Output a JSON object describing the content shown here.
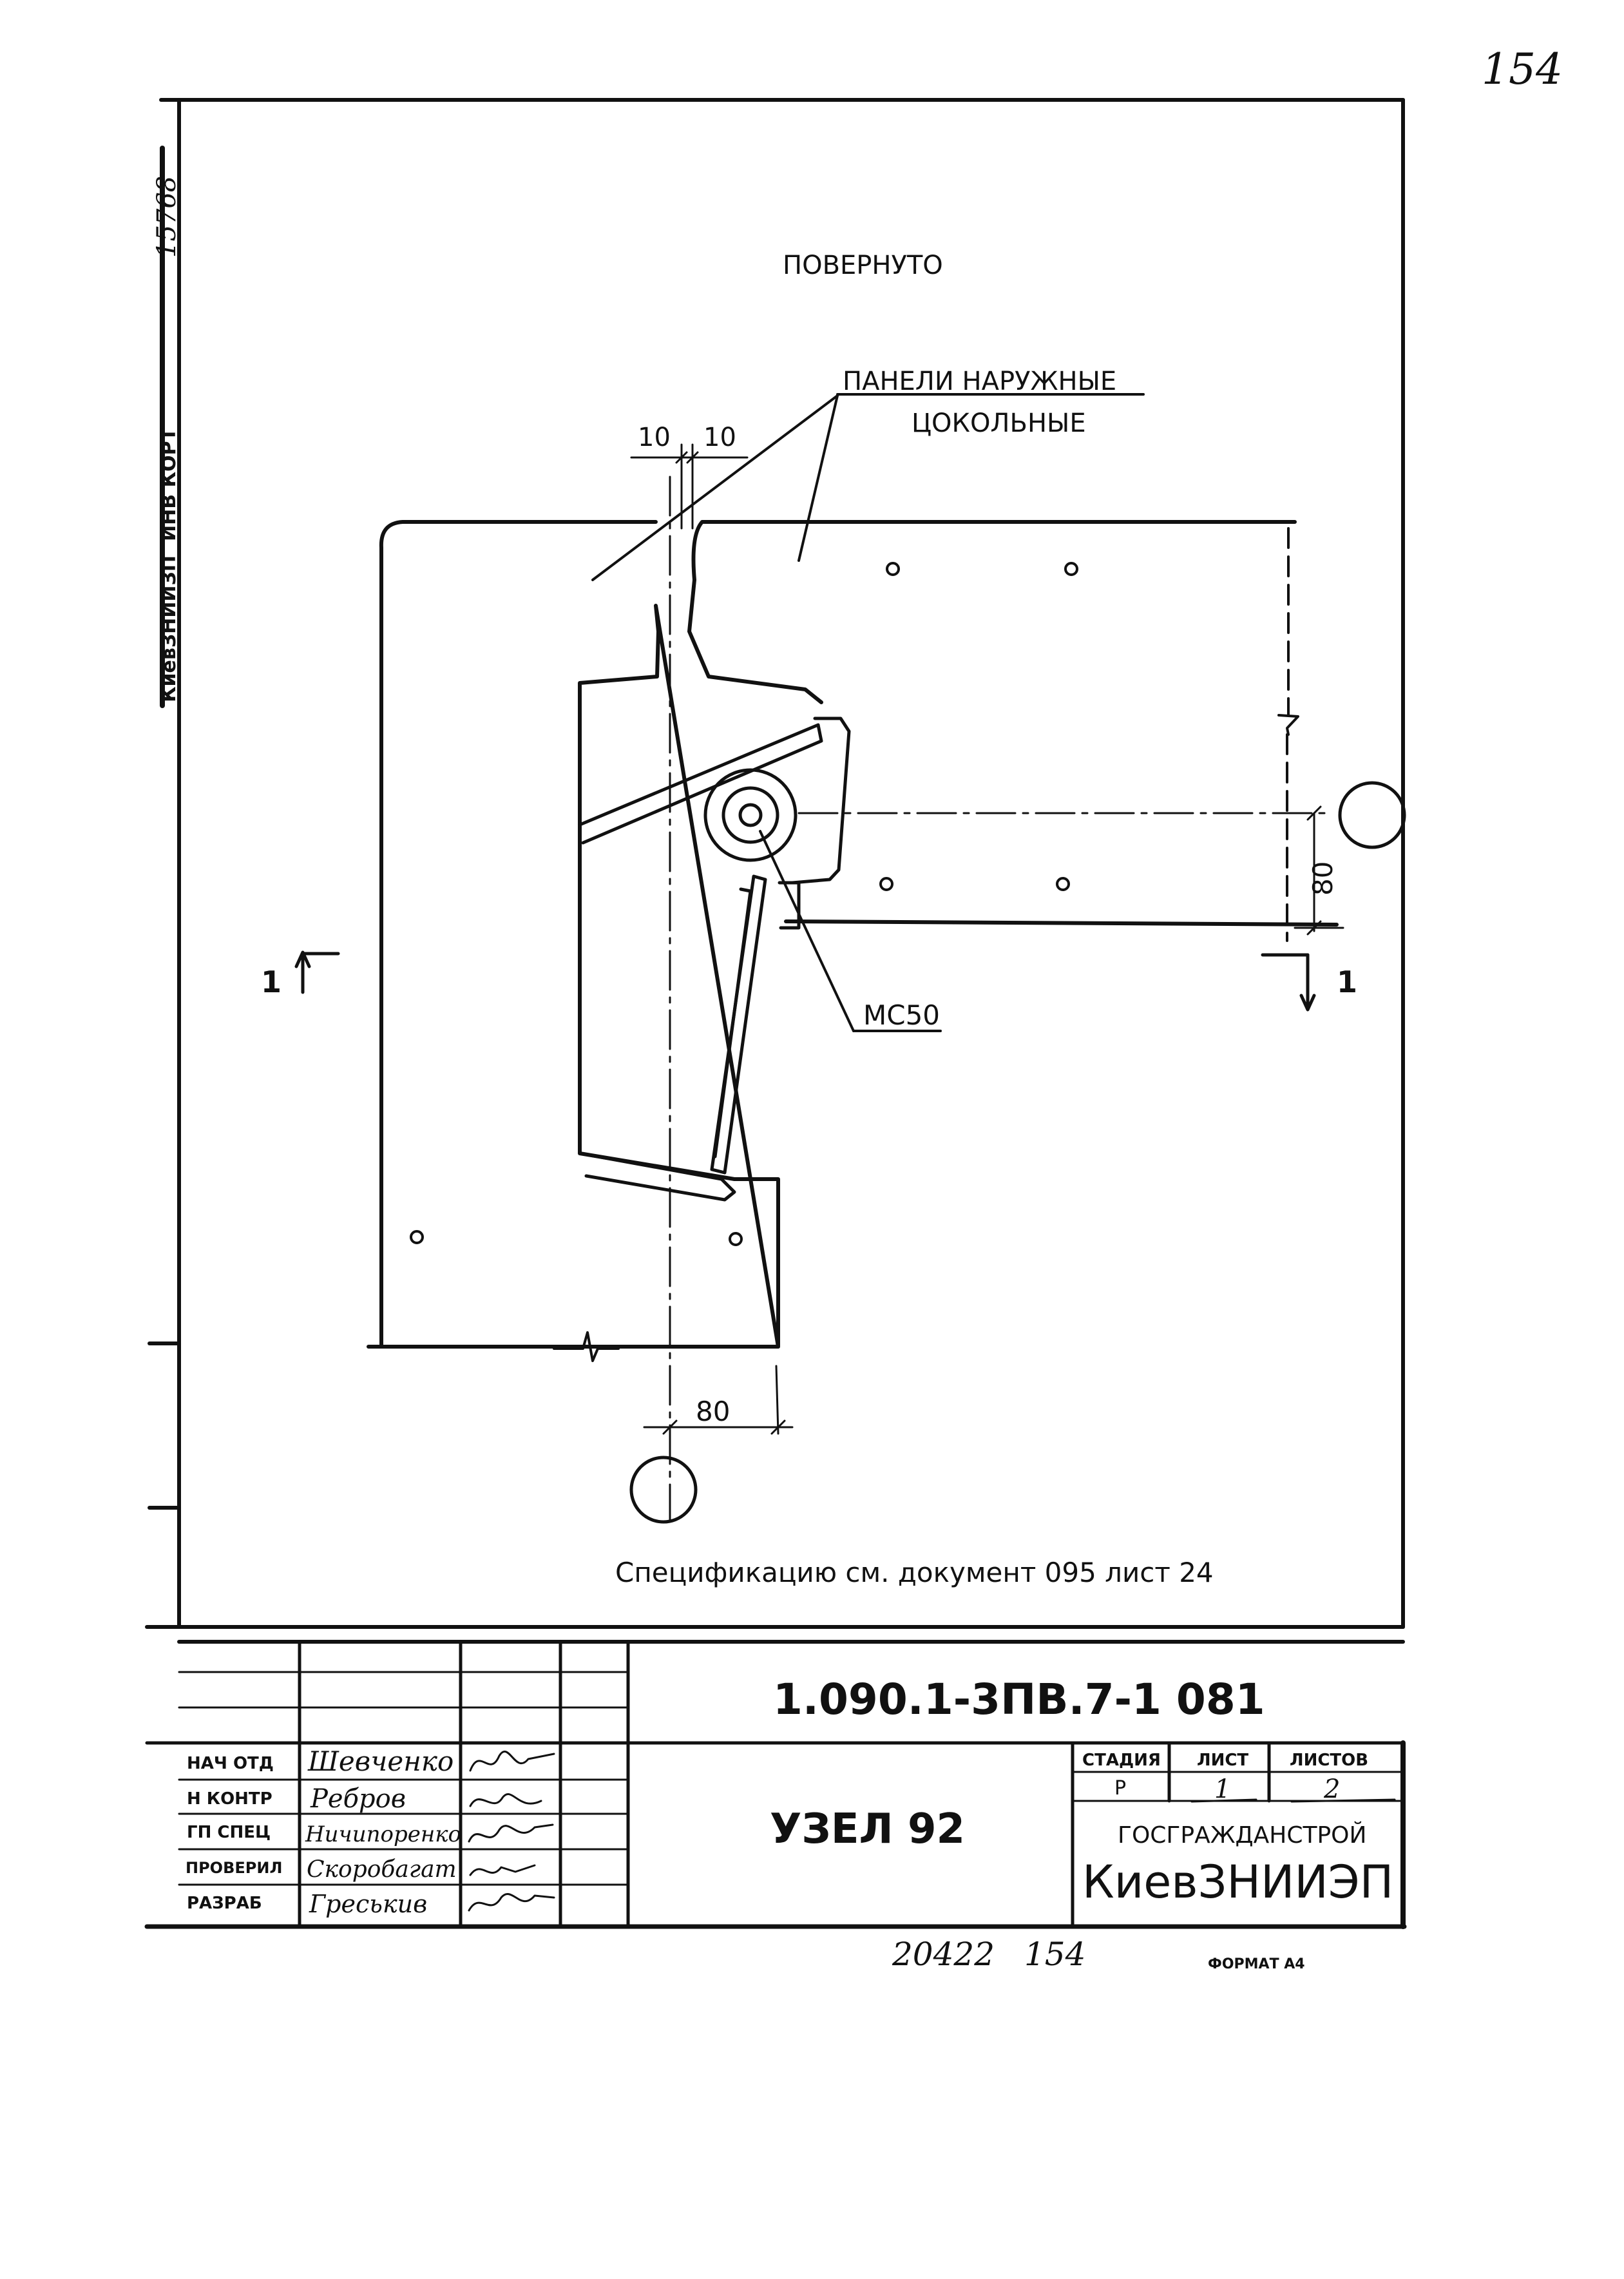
{
  "sheet_number": "154",
  "margin_stamp": {
    "org_label": "КиевЗНИИЗП",
    "copy_label": "ИНВ КОРТ",
    "inventory_mark": "15768"
  },
  "drawing": {
    "note_rotated": "ПОВЕРНУТО",
    "callout_panels_line1": "ПАНЕЛИ НАРУЖНЫЕ",
    "callout_panels_line2": "ЦОКОЛЬНЫЕ",
    "dim_gap_left": "10",
    "dim_gap_right": "10",
    "dim_vertical": "80",
    "dim_horizontal": "80",
    "callout_part": "МС50",
    "section_mark": "1",
    "spec_note": "Спецификацию см. документ 095 лист 24"
  },
  "title_block": {
    "doc_code": "1.090.1-3ПВ.7-1 081",
    "title": "УЗЕЛ 92",
    "roles": [
      {
        "role": "НАЧ ОТД",
        "name": "Шевченко"
      },
      {
        "role": "Н КОНТР",
        "name": "Ребров"
      },
      {
        "role": "ГП СПЕЦ",
        "name": "Ничипоренко"
      },
      {
        "role": "ПРОВЕРИЛ",
        "name": "Скоробагат"
      },
      {
        "role": "РАЗРАБ",
        "name": "Греськив"
      }
    ],
    "stage_header": "СТАДИЯ",
    "sheet_header": "ЛИСТ",
    "sheets_header": "ЛИСТОВ",
    "stage_value": "Р",
    "sheet_value": "1",
    "sheets_value": "2",
    "org_top": "ГОСГРАЖДАНСТРОЙ",
    "org_bottom": "КиевЗНИИЭП"
  },
  "footer": {
    "inventory": "20422",
    "page": "154",
    "format": "ФОРМАТ А4"
  }
}
